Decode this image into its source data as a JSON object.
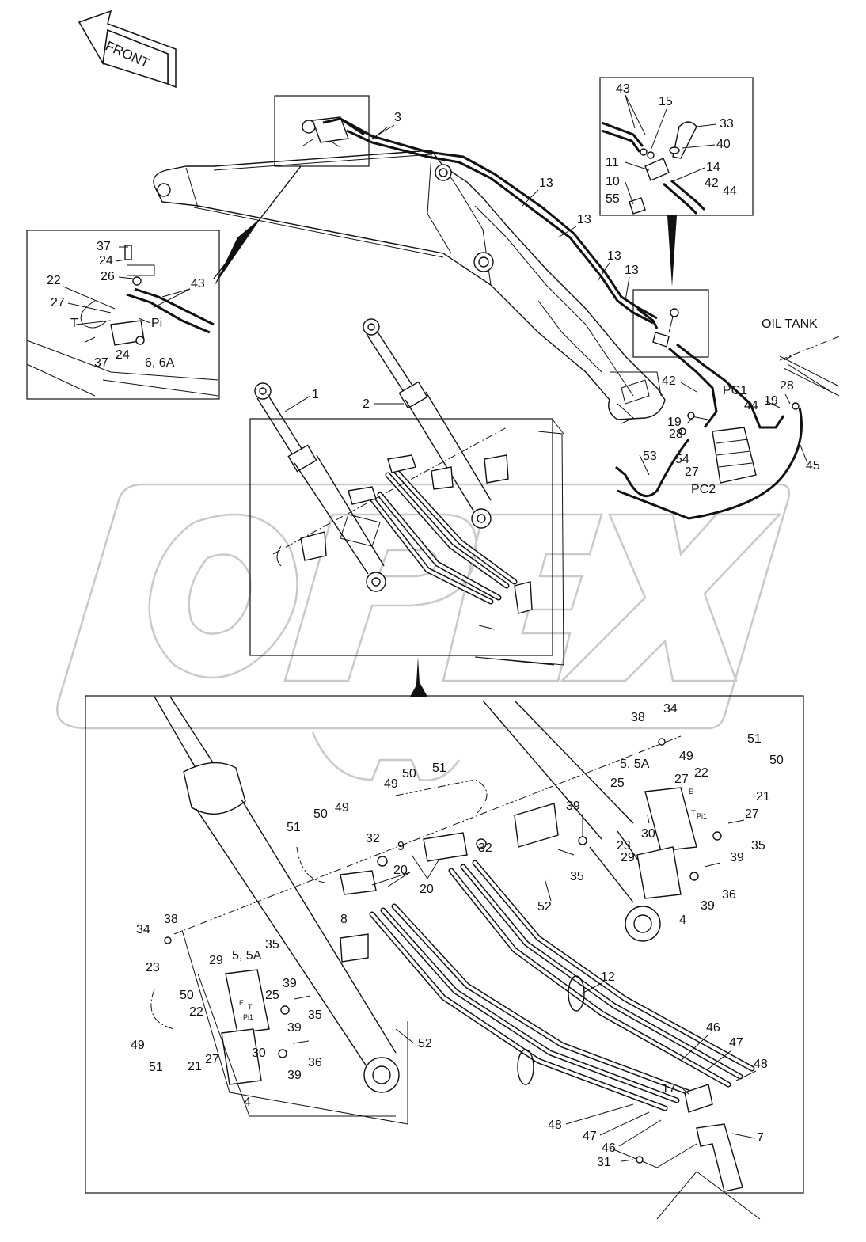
{
  "direction_label": "FRONT",
  "tank_label": "OIL TANK",
  "labels": [
    {
      "id": "l3",
      "text": "3"
    },
    {
      "id": "l13a",
      "text": "13"
    },
    {
      "id": "l13b",
      "text": "13"
    },
    {
      "id": "l13c",
      "text": "13"
    },
    {
      "id": "l13d",
      "text": "13"
    },
    {
      "id": "l1",
      "text": "1"
    },
    {
      "id": "l2",
      "text": "2"
    },
    {
      "id": "i43",
      "text": "43"
    },
    {
      "id": "i15",
      "text": "15"
    },
    {
      "id": "i33",
      "text": "33"
    },
    {
      "id": "i40",
      "text": "40"
    },
    {
      "id": "i11",
      "text": "11"
    },
    {
      "id": "i14",
      "text": "14"
    },
    {
      "id": "i10",
      "text": "10"
    },
    {
      "id": "i42",
      "text": "42"
    },
    {
      "id": "i44",
      "text": "44"
    },
    {
      "id": "i55",
      "text": "55"
    },
    {
      "id": "p37a",
      "text": "37"
    },
    {
      "id": "p24a",
      "text": "24"
    },
    {
      "id": "p26",
      "text": "26"
    },
    {
      "id": "p22",
      "text": "22"
    },
    {
      "id": "p43",
      "text": "43"
    },
    {
      "id": "p27",
      "text": "27"
    },
    {
      "id": "pT",
      "text": "T"
    },
    {
      "id": "pPi",
      "text": "Pi"
    },
    {
      "id": "p37b",
      "text": "37"
    },
    {
      "id": "p24b",
      "text": "24"
    },
    {
      "id": "p6",
      "text": "6, 6A"
    },
    {
      "id": "v42",
      "text": "42"
    },
    {
      "id": "vPC1",
      "text": "PC1"
    },
    {
      "id": "v28a",
      "text": "28"
    },
    {
      "id": "v44",
      "text": "44"
    },
    {
      "id": "v19a",
      "text": "19"
    },
    {
      "id": "v19b",
      "text": "19"
    },
    {
      "id": "v28b",
      "text": "28"
    },
    {
      "id": "v53",
      "text": "53"
    },
    {
      "id": "v54",
      "text": "54"
    },
    {
      "id": "v27",
      "text": "27"
    },
    {
      "id": "v45",
      "text": "45"
    },
    {
      "id": "vPC2",
      "text": "PC2"
    },
    {
      "id": "r34",
      "text": "34"
    },
    {
      "id": "r38",
      "text": "38"
    },
    {
      "id": "r51",
      "text": "51"
    },
    {
      "id": "r49",
      "text": "49"
    },
    {
      "id": "r50",
      "text": "50"
    },
    {
      "id": "r5",
      "text": "5, 5A"
    },
    {
      "id": "r27a",
      "text": "27"
    },
    {
      "id": "r22",
      "text": "22"
    },
    {
      "id": "r21",
      "text": "21"
    },
    {
      "id": "r25",
      "text": "25"
    },
    {
      "id": "r27b",
      "text": "27"
    },
    {
      "id": "r39a",
      "text": "39"
    },
    {
      "id": "r30",
      "text": "30"
    },
    {
      "id": "r23",
      "text": "23"
    },
    {
      "id": "r29",
      "text": "29"
    },
    {
      "id": "r39b",
      "text": "39"
    },
    {
      "id": "r35a",
      "text": "35"
    },
    {
      "id": "r35b",
      "text": "35"
    },
    {
      "id": "r36",
      "text": "36"
    },
    {
      "id": "r39c",
      "text": "39"
    },
    {
      "id": "r4",
      "text": "4"
    },
    {
      "id": "r52",
      "text": "52"
    },
    {
      "id": "c49a",
      "text": "49"
    },
    {
      "id": "c50a",
      "text": "50"
    },
    {
      "id": "c51a",
      "text": "51"
    },
    {
      "id": "c9",
      "text": "9"
    },
    {
      "id": "c32a",
      "text": "32"
    },
    {
      "id": "c20a",
      "text": "20"
    },
    {
      "id": "c20b",
      "text": "20"
    },
    {
      "id": "c51b",
      "text": "51"
    },
    {
      "id": "c50b",
      "text": "50"
    },
    {
      "id": "c49b",
      "text": "49"
    },
    {
      "id": "c32b",
      "text": "32"
    },
    {
      "id": "c8",
      "text": "8"
    },
    {
      "id": "t34",
      "text": "34"
    },
    {
      "id": "t38",
      "text": "38"
    },
    {
      "id": "t23",
      "text": "23"
    },
    {
      "id": "t29",
      "text": "29"
    },
    {
      "id": "t5",
      "text": "5, 5A"
    },
    {
      "id": "t35a",
      "text": "35"
    },
    {
      "id": "t39a",
      "text": "39"
    },
    {
      "id": "t50",
      "text": "50"
    },
    {
      "id": "t25",
      "text": "25"
    },
    {
      "id": "t35b",
      "text": "35"
    },
    {
      "id": "t22",
      "text": "22"
    },
    {
      "id": "t39b",
      "text": "39"
    },
    {
      "id": "t49",
      "text": "49"
    },
    {
      "id": "t30",
      "text": "30"
    },
    {
      "id": "t51",
      "text": "51"
    },
    {
      "id": "t21",
      "text": "21"
    },
    {
      "id": "t27",
      "text": "27"
    },
    {
      "id": "t36",
      "text": "36"
    },
    {
      "id": "t39c",
      "text": "39"
    },
    {
      "id": "t4",
      "text": "4"
    },
    {
      "id": "t52",
      "text": "52"
    },
    {
      "id": "t12",
      "text": "12"
    },
    {
      "id": "t46a",
      "text": "46"
    },
    {
      "id": "t47a",
      "text": "47"
    },
    {
      "id": "t48a",
      "text": "48"
    },
    {
      "id": "t17",
      "text": "17"
    },
    {
      "id": "t48b",
      "text": "48"
    },
    {
      "id": "t47b",
      "text": "47"
    },
    {
      "id": "t46b",
      "text": "46"
    },
    {
      "id": "t7",
      "text": "7"
    },
    {
      "id": "t31",
      "text": "31"
    }
  ],
  "port_labels": {
    "e1": "E",
    "t1": "T",
    "pi1": "Pi1",
    "e2": "E",
    "t2": "T",
    "pi2": "Pi1"
  }
}
